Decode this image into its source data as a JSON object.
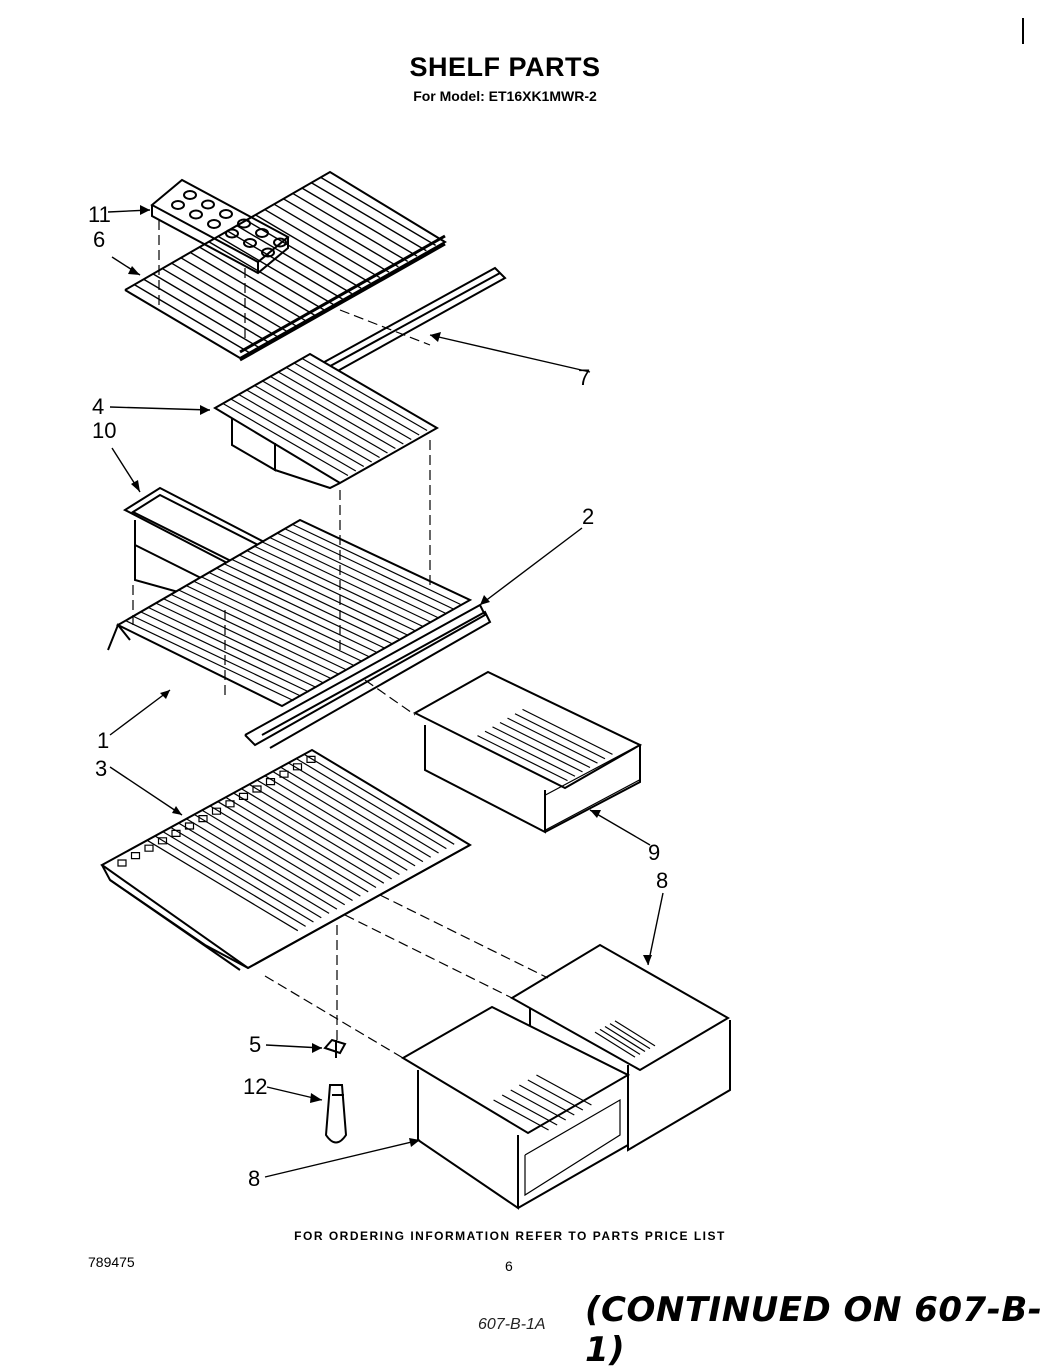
{
  "header": {
    "title": "SHELF PARTS",
    "subtitle": "For Model: ET16XK1MWR-2"
  },
  "callouts": {
    "c1": "1",
    "c2": "2",
    "c3": "3",
    "c4": "4",
    "c5": "5",
    "c6": "6",
    "c7": "7",
    "c8a": "8",
    "c8b": "8",
    "c9": "9",
    "c10": "10",
    "c11": "11",
    "c12": "12"
  },
  "footer": {
    "ordering_note": "FOR ORDERING INFORMATION REFER TO PARTS PRICE LIST",
    "doc_number": "789475",
    "page_number": "6",
    "continued": "(CONTINUED ON 607-B-1)",
    "handwritten_ref": "607-B-1A"
  }
}
